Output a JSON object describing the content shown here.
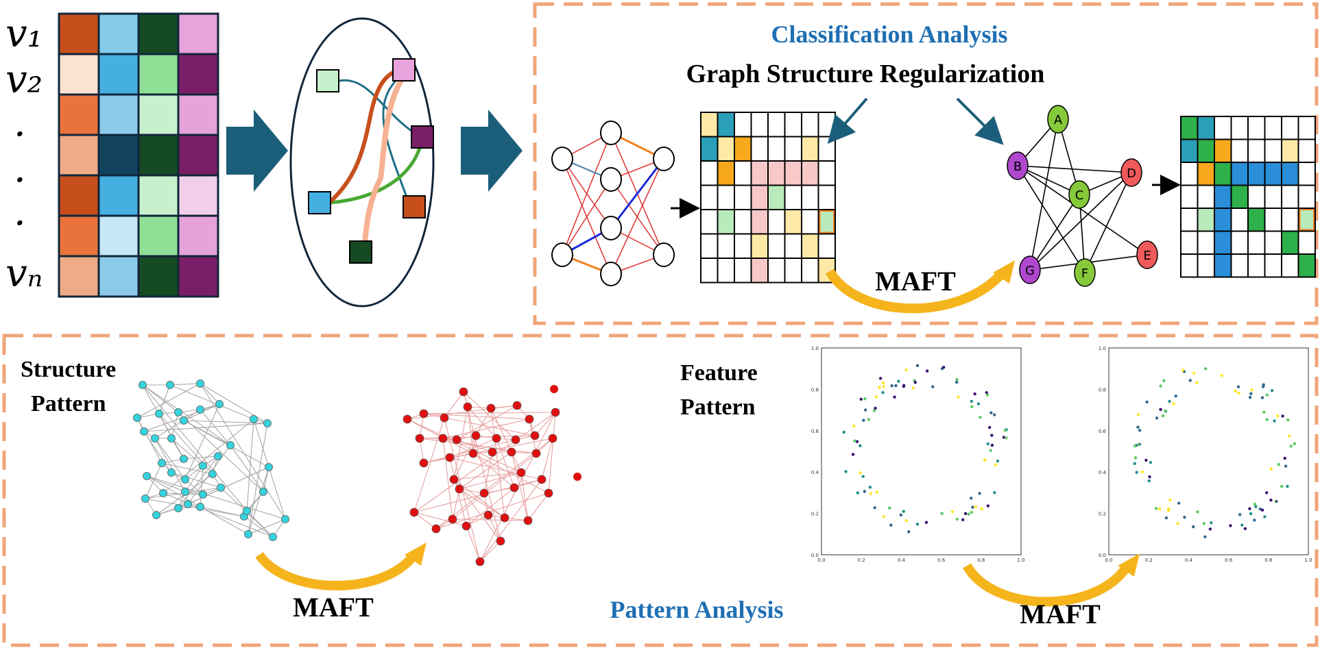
{
  "labels": {
    "v1": "v₁",
    "v2": "v₂",
    "vdot1": "·",
    "vdot2": "·",
    "vdot3": "·",
    "vn": "vₙ",
    "classification_title": "Classification Analysis",
    "gsr_title": "Graph Structure Regularization",
    "maft_top": "MAFT",
    "structure_pattern_1": "Structure",
    "structure_pattern_2": "Pattern",
    "feature_pattern_1": "Feature",
    "feature_pattern_2": "Pattern",
    "maft_bottom_left": "MAFT",
    "pattern_analysis": "Pattern Analysis",
    "maft_bottom_right": "MAFT"
  },
  "graph_nodes": [
    "A",
    "B",
    "C",
    "D",
    "E",
    "F",
    "G"
  ],
  "scatter_ticks": {
    "x": [
      "0.0",
      "0.2",
      "0.4",
      "0.6",
      "0.8",
      "1.0"
    ],
    "y": [
      "1.0",
      "0.8",
      "0.6",
      "0.4",
      "0.2",
      "0.0"
    ]
  },
  "colors": {
    "dash_border": "#f0a57a",
    "title_blue": "#1f6fb3",
    "arrow_dark": "#1b5e7a",
    "maft_arrow": "#f5b41c",
    "node_cyan": "#35d3dc",
    "node_red": "#e01010"
  },
  "feature_matrix": [
    [
      "#c64f1c",
      "#85cbea",
      "#154a22",
      "#e8a2dc"
    ],
    [
      "#fbe2d3",
      "#46afe2",
      "#8fe096",
      "#7a1f67"
    ],
    [
      "#e9733a",
      "#8ccaea",
      "#c7f1cc",
      "#e5a2db"
    ],
    [
      "#efaa87",
      "#12435e",
      "#154a22",
      "#7a1f67"
    ],
    [
      "#c64f1c",
      "#46afe2",
      "#c7f1cc",
      "#f1cfeb"
    ],
    [
      "#e9733a",
      "#c5e7f6",
      "#8fe096",
      "#e5a2db"
    ],
    [
      "#efaa87",
      "#8ccaea",
      "#154a22",
      "#7a1f67"
    ]
  ],
  "adj_matrix_1": [
    [
      "#ffe9a6",
      "#2a9fb8",
      "",
      "",
      "",
      "",
      "",
      ""
    ],
    [
      "#2a9fb8",
      "#ffe9a6",
      "#f8a81c",
      "",
      "",
      "",
      "#ffe9a6",
      ""
    ],
    [
      "",
      "#f8a81c",
      "",
      "#f8c8c8",
      "#f8c8c8",
      "#f8c8c8",
      "#f8c8c8",
      ""
    ],
    [
      "",
      "",
      "",
      "#f8c8c8",
      "#b9eabb",
      "",
      "",
      ""
    ],
    [
      "",
      "#b9eabb",
      "",
      "#f8c8c8",
      "",
      "#ffe9a6",
      "",
      "#b9eabb"
    ],
    [
      "",
      "",
      "",
      "#ffe9a6",
      "",
      "",
      "#ffe9a6",
      ""
    ],
    [
      "",
      "",
      "",
      "#f8c8c8",
      "",
      "",
      "",
      "#ffe9a6"
    ]
  ],
  "adj_matrix_2": [
    [
      "#2eb04a",
      "#2a9fb8",
      "",
      "",
      "",
      "",
      "",
      ""
    ],
    [
      "#2a9fb8",
      "#2eb04a",
      "#f8a81c",
      "",
      "",
      "",
      "#ffe9a6",
      ""
    ],
    [
      "",
      "#f8a81c",
      "#2eb04a",
      "#2a8fd8",
      "#2a8fd8",
      "#2a8fd8",
      "#2a8fd8",
      ""
    ],
    [
      "",
      "",
      "#2a8fd8",
      "#2eb04a",
      "",
      "",
      "",
      ""
    ],
    [
      "",
      "#b9eabb",
      "#2a8fd8",
      "",
      "#2eb04a",
      "",
      "",
      "#b9eabb"
    ],
    [
      "",
      "",
      "#2a8fd8",
      "",
      "",
      "",
      "#2eb04a",
      ""
    ],
    [
      "",
      "",
      "#2a8fd8",
      "",
      "",
      "",
      "",
      "#2eb04a"
    ]
  ]
}
